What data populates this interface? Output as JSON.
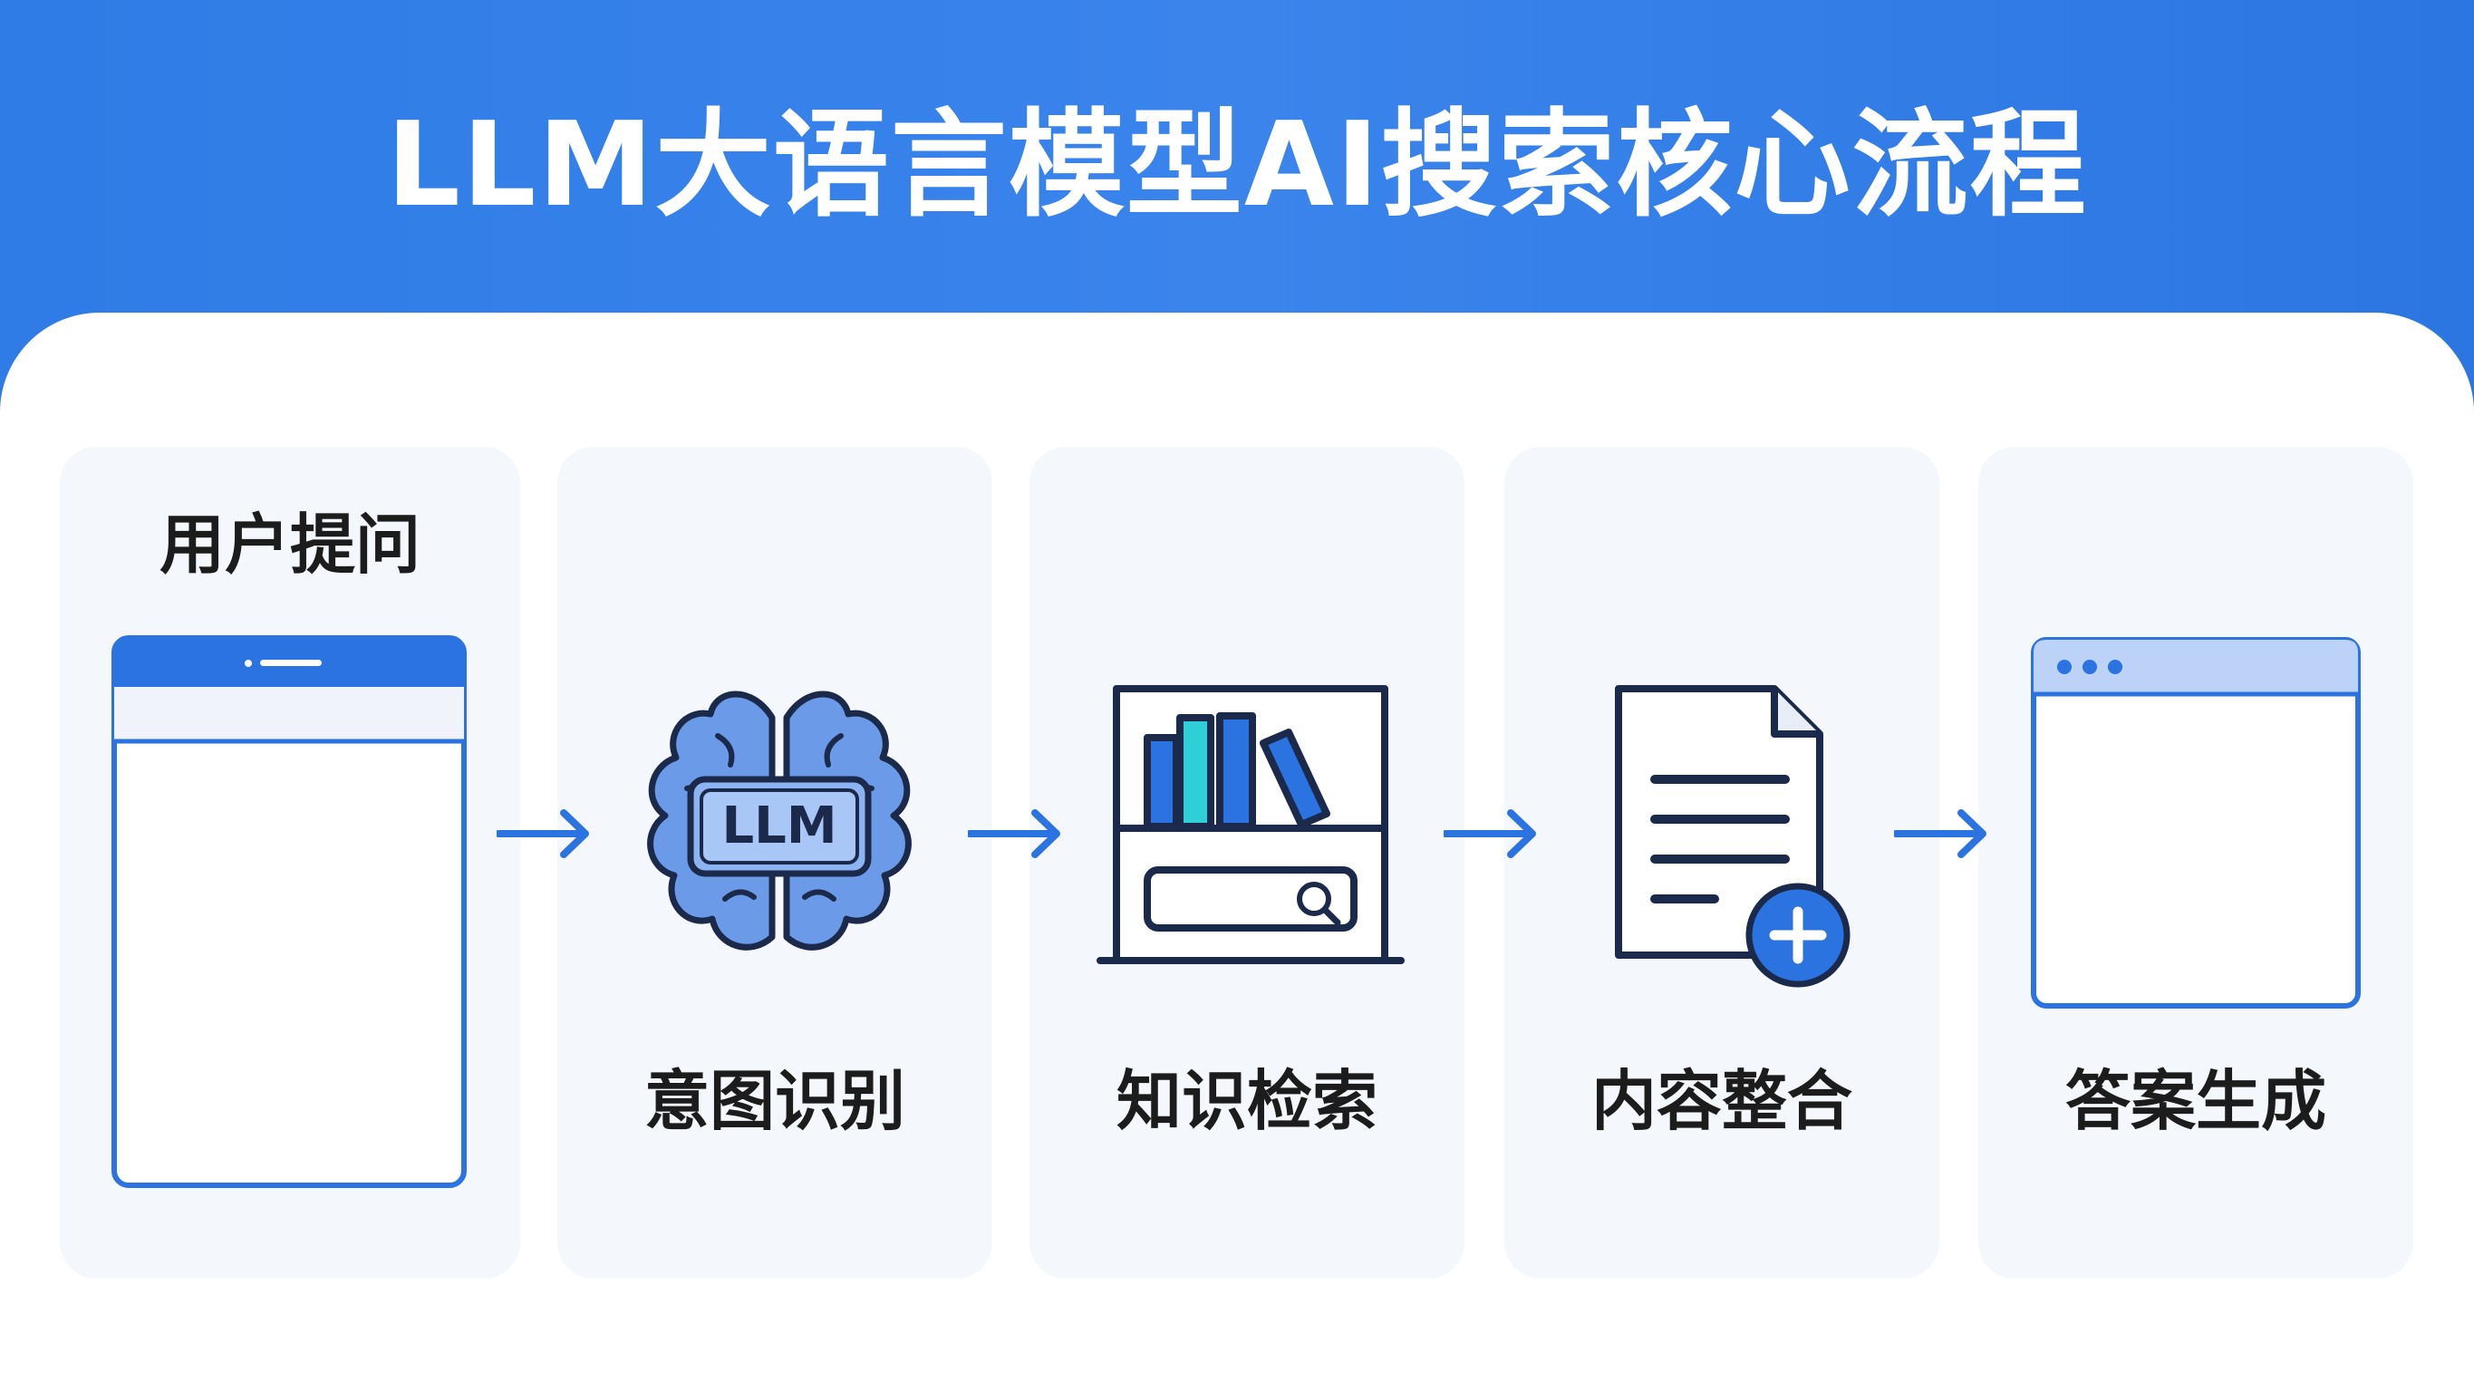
{
  "title": "LLM大语言模型AI搜索核心流程",
  "steps": [
    {
      "label": "用户提问",
      "icon": "phone-icon"
    },
    {
      "label": "意图识别",
      "icon": "brain-llm-icon",
      "badge": "LLM"
    },
    {
      "label": "知识检索",
      "icon": "bookshelf-search-icon"
    },
    {
      "label": "内容整合",
      "icon": "document-add-icon"
    },
    {
      "label": "答案生成",
      "icon": "browser-window-icon"
    }
  ],
  "colors": {
    "header_blue": "#2f7ce6",
    "accent_blue": "#2a73e0",
    "brain_blue": "#6b9ae8",
    "teal": "#2ecfd6",
    "outline": "#1b2a4a",
    "panel_bg": "#f4f8fc"
  }
}
